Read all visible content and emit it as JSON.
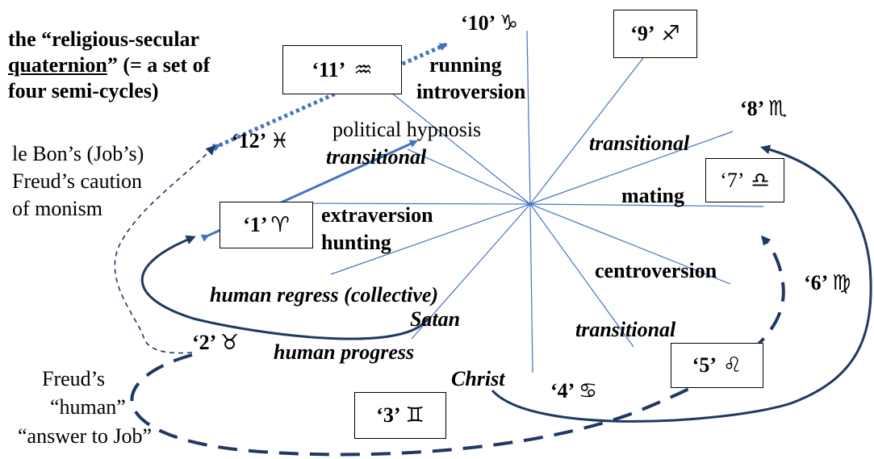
{
  "title": {
    "line1": "the “religious-secular",
    "line2_underlined": "quaternion",
    "line2_rest": "” (= a set of",
    "line3": "four semi-cycles)"
  },
  "signs": {
    "s1": {
      "label": "‘1’",
      "glyph": "♈"
    },
    "s2": {
      "label": "‘2’",
      "glyph": "♉"
    },
    "s3": {
      "label": "‘3’",
      "glyph": "♊"
    },
    "s4": {
      "label": "‘4’",
      "glyph": "♋"
    },
    "s5": {
      "label": "‘5’",
      "glyph": "♌"
    },
    "s6": {
      "label": "‘6’",
      "glyph": "♍"
    },
    "s7": {
      "label": "‘7’",
      "glyph": "♎"
    },
    "s8": {
      "label": "‘8’",
      "glyph": "♏"
    },
    "s9": {
      "label": "‘9’",
      "glyph": "♐"
    },
    "s10": {
      "label": "‘10’",
      "glyph": "♑"
    },
    "s11": {
      "label": "‘11’",
      "glyph": "♒"
    },
    "s12": {
      "label": "‘12’",
      "glyph": "♓"
    }
  },
  "labels": {
    "running": "running",
    "introversion": "introversion",
    "political_hypnosis": "political hypnosis",
    "transitional_left": "transitional",
    "transitional_right": "transitional",
    "transitional_bottom": "transitional",
    "mating": "mating",
    "extraversion": "extraversion",
    "hunting": "hunting",
    "centroversion": "centroversion",
    "human_regress": "human regress (collective)",
    "satan": "Satan",
    "human_progress": "human progress",
    "christ": "Christ",
    "le_bon": "le Bon’s  (Job’s)",
    "freuds_caution": "Freud’s caution",
    "of_monism": "of monism",
    "freuds": "Freud’s",
    "human_quoted": "“human”",
    "answer_to_job": "“answer to Job”"
  },
  "colors": {
    "ray": "#4472c4",
    "arrow_blue": "#4472c4",
    "curve_navy": "#1f3864",
    "text": "#000000"
  }
}
